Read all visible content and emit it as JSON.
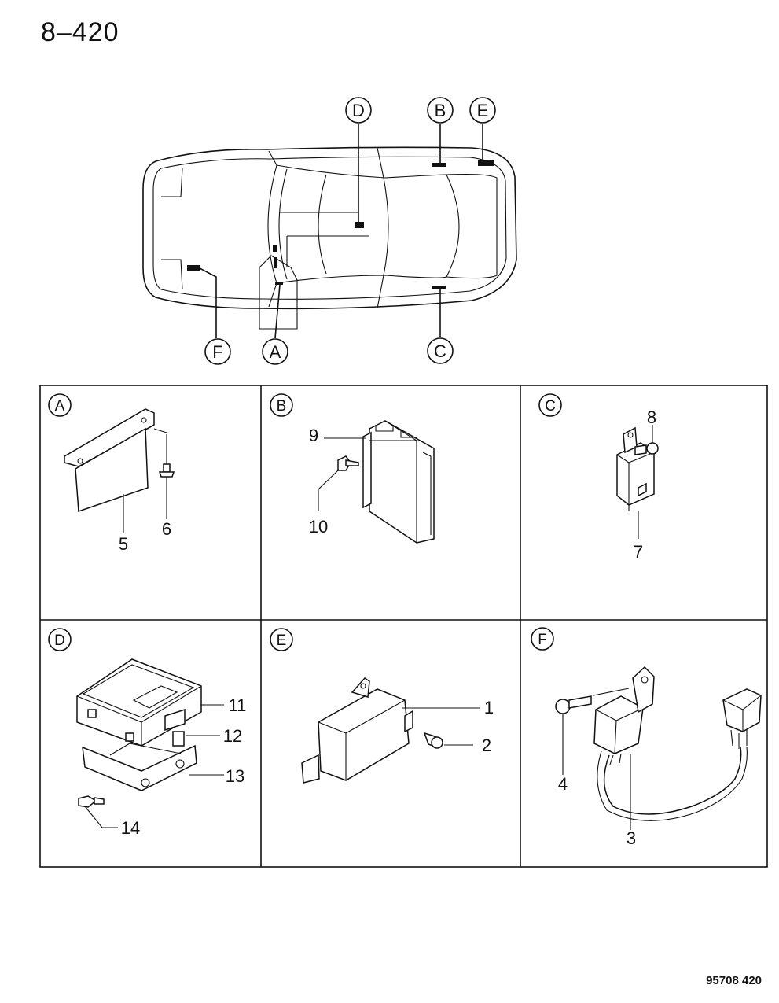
{
  "page_number": "8–420",
  "footer_code": "95708  420",
  "overview": {
    "callouts": [
      {
        "id": "D",
        "letter": "D"
      },
      {
        "id": "B",
        "letter": "B"
      },
      {
        "id": "E",
        "letter": "E"
      },
      {
        "id": "F",
        "letter": "F"
      },
      {
        "id": "A",
        "letter": "A"
      },
      {
        "id": "C",
        "letter": "C"
      }
    ]
  },
  "panels": [
    {
      "letter": "A",
      "parts": [
        {
          "num": "5"
        },
        {
          "num": "6"
        }
      ]
    },
    {
      "letter": "B",
      "parts": [
        {
          "num": "9"
        },
        {
          "num": "10"
        }
      ]
    },
    {
      "letter": "C",
      "parts": [
        {
          "num": "8"
        },
        {
          "num": "7"
        }
      ]
    },
    {
      "letter": "D",
      "parts": [
        {
          "num": "11"
        },
        {
          "num": "12"
        },
        {
          "num": "13"
        },
        {
          "num": "14"
        }
      ]
    },
    {
      "letter": "E",
      "parts": [
        {
          "num": "1"
        },
        {
          "num": "2"
        }
      ]
    },
    {
      "letter": "F",
      "parts": [
        {
          "num": "4"
        },
        {
          "num": "3"
        }
      ]
    }
  ]
}
